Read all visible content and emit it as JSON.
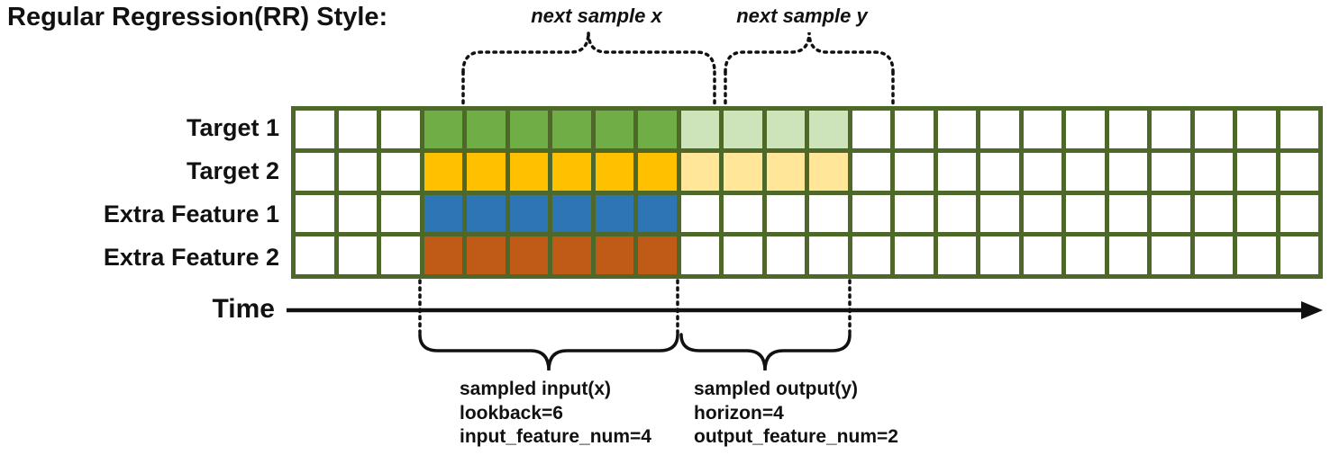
{
  "title": "Regular Regression(RR) Style:",
  "grid": {
    "columns": 24,
    "border_color": "#4e682a",
    "rows": [
      {
        "label": "Target 1",
        "fills": [
          {
            "start": 3,
            "count": 6,
            "color": "#70ad47"
          },
          {
            "start": 9,
            "count": 4,
            "color": "#cde3ba"
          }
        ]
      },
      {
        "label": "Target 2",
        "fills": [
          {
            "start": 3,
            "count": 6,
            "color": "#ffc000"
          },
          {
            "start": 9,
            "count": 4,
            "color": "#ffe699"
          }
        ]
      },
      {
        "label": "Extra Feature 1",
        "fills": [
          {
            "start": 3,
            "count": 6,
            "color": "#2e75b6"
          }
        ]
      },
      {
        "label": "Extra Feature 2",
        "fills": [
          {
            "start": 3,
            "count": 6,
            "color": "#c05a17"
          }
        ]
      }
    ]
  },
  "annotations": {
    "next_sample_x": "next sample x",
    "next_sample_y": "next sample y",
    "time_label": "Time",
    "input_note": [
      "sampled input(x)",
      "lookback=6",
      "input_feature_num=4"
    ],
    "output_note": [
      "sampled output(y)",
      "horizon=4",
      "output_feature_num=2"
    ]
  }
}
